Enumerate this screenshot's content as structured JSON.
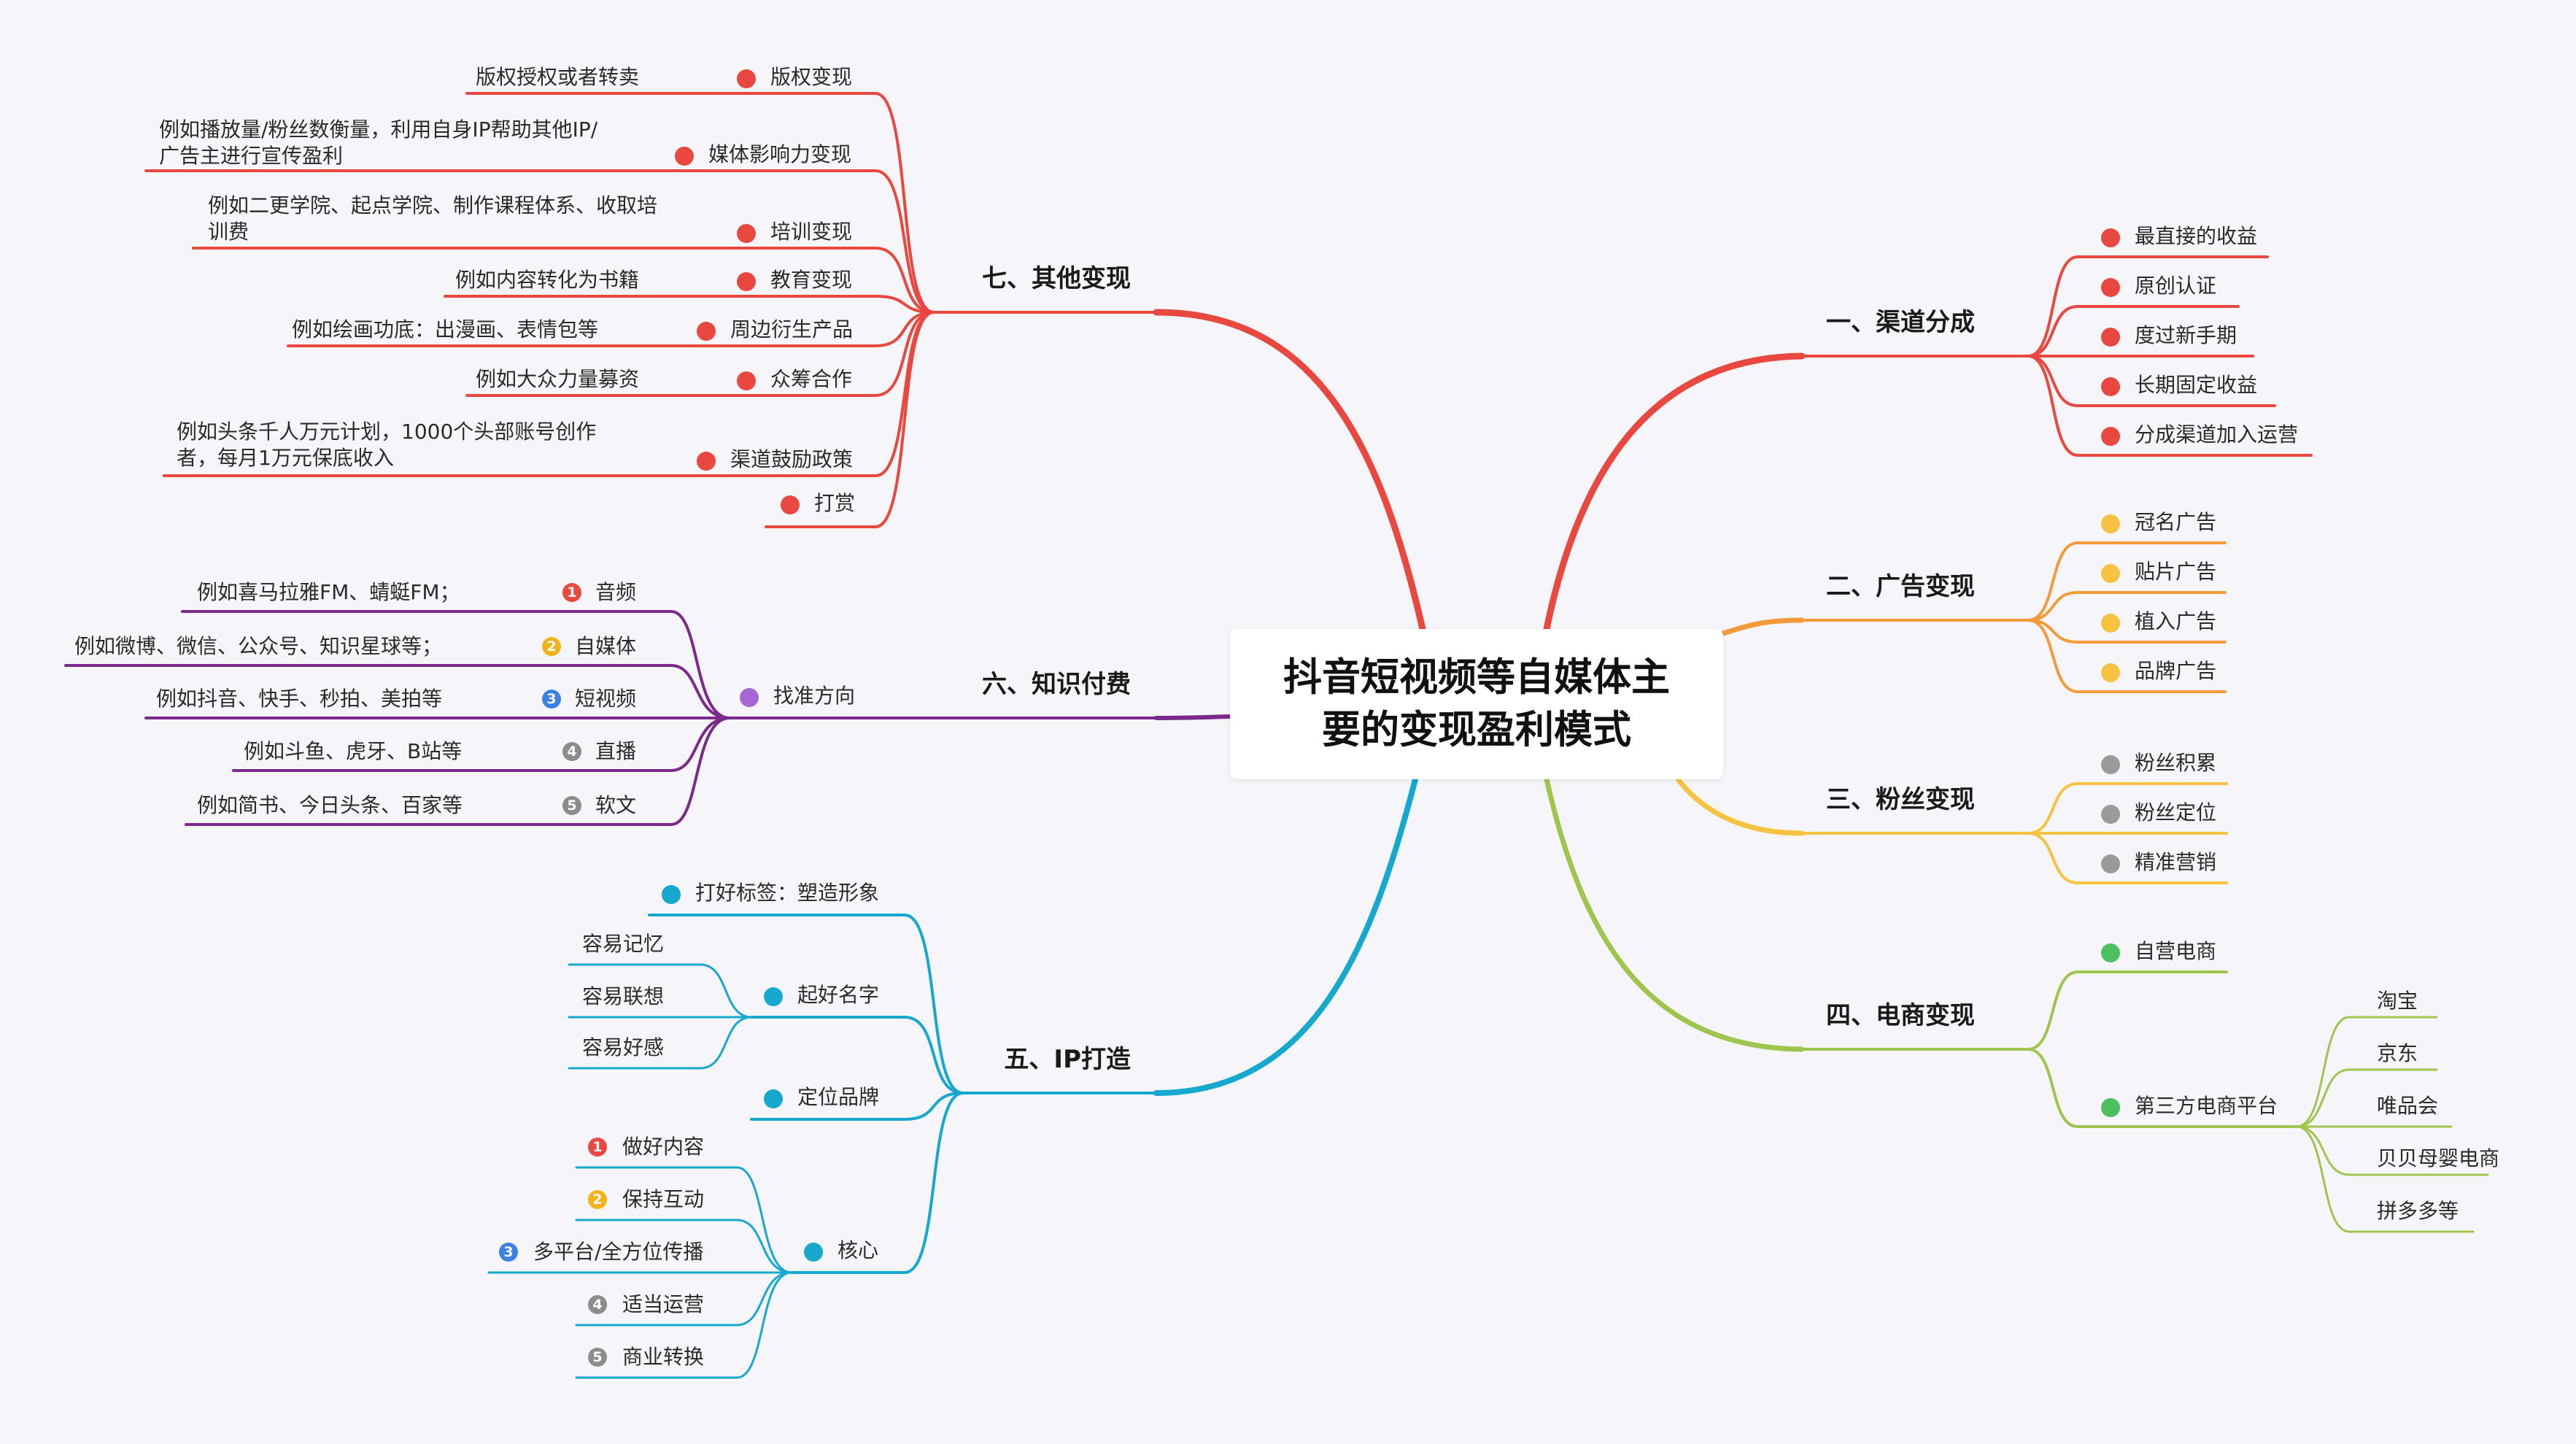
{
  "colors": {
    "red": "#e8483f",
    "orange": "#f39a3a",
    "yellow": "#f5c242",
    "green": "#9fc54e",
    "cyan": "#16a8cf",
    "purple": "#7b2a8c",
    "dot_gray": "#9a9a9a",
    "dot_green": "#4cc061",
    "dot_purple": "#a766d6",
    "num_blue": "#3a82e6",
    "num_gray": "#8c8c8c",
    "num_yellow": "#f2b31a"
  },
  "center": {
    "title": "抖音短视频等自媒体主要的变现盈利模式"
  },
  "branches": {
    "b1": {
      "title": "一、渠道分成",
      "items": [
        "最直接的收益",
        "原创认证",
        "度过新手期",
        "长期固定收益",
        "分成渠道加入运营"
      ]
    },
    "b2": {
      "title": "二、广告变现",
      "items": [
        "冠名广告",
        "贴片广告",
        "植入广告",
        "品牌广告"
      ]
    },
    "b3": {
      "title": "三、粉丝变现",
      "items": [
        "粉丝积累",
        "粉丝定位",
        "精准营销"
      ]
    },
    "b4": {
      "title": "四、电商变现",
      "items": [
        "自营电商",
        "第三方电商平台"
      ],
      "platforms": [
        "淘宝",
        "京东",
        "唯品会",
        "贝贝母婴电商",
        "拼多多等"
      ]
    },
    "b5": {
      "title": "五、IP打造",
      "items": [
        "打好标签：塑造形象",
        "起好名字",
        "定位品牌",
        "核心"
      ],
      "name_tips": [
        "容易记忆",
        "容易联想",
        "容易好感"
      ],
      "core": [
        {
          "num": "1",
          "label": "做好内容"
        },
        {
          "num": "2",
          "label": "保持互动"
        },
        {
          "num": "3",
          "label": "多平台/全方位传播"
        },
        {
          "num": "4",
          "label": "适当运营"
        },
        {
          "num": "5",
          "label": "商业转换"
        }
      ]
    },
    "b6": {
      "title": "六、知识付费",
      "direction": "找准方向",
      "items": [
        {
          "num": "1",
          "label": "音频",
          "example": "例如喜马拉雅FM、蜻蜓FM；"
        },
        {
          "num": "2",
          "label": "自媒体",
          "example": "例如微博、微信、公众号、知识星球等；"
        },
        {
          "num": "3",
          "label": "短视频",
          "example": "例如抖音、快手、秒拍、美拍等"
        },
        {
          "num": "4",
          "label": "直播",
          "example": "例如斗鱼、虎牙、B站等"
        },
        {
          "num": "5",
          "label": "软文",
          "example": "例如简书、今日头条、百家等"
        }
      ]
    },
    "b7": {
      "title": "七、其他变现",
      "items": [
        {
          "label": "版权变现",
          "note": "版权授权或者转卖"
        },
        {
          "label": "媒体影响力变现",
          "note": "例如播放量/粉丝数衡量，利用自身IP帮助其他IP/广告主进行宣传盈利"
        },
        {
          "label": "培训变现",
          "note": "例如二更学院、起点学院、制作课程体系、收取培训费"
        },
        {
          "label": "教育变现",
          "note": "例如内容转化为书籍"
        },
        {
          "label": "周边衍生产品",
          "note": "例如绘画功底：出漫画、表情包等"
        },
        {
          "label": "众筹合作",
          "note": "例如大众力量募资"
        },
        {
          "label": "渠道鼓励政策",
          "note": "例如头条千人万元计划，1000个头部账号创作者，每月1万元保底收入"
        },
        {
          "label": "打赏",
          "note": ""
        }
      ]
    }
  }
}
